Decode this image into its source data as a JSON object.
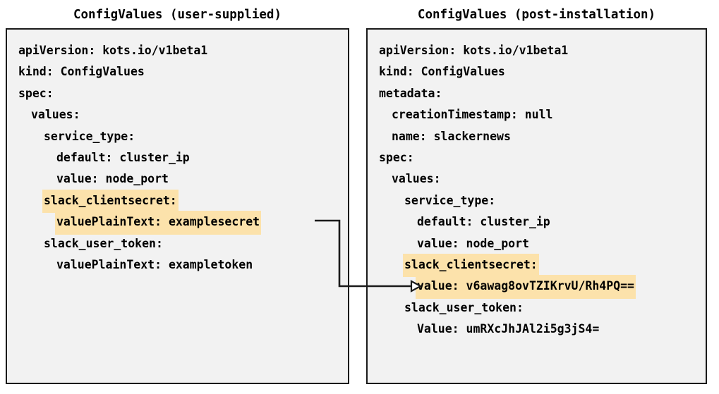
{
  "diagram": {
    "title": "ConfigValues user-supplied vs post-installation comparison",
    "background_color": "#ffffff",
    "panel_fill_color": "#f2f2f2",
    "panel_border_color": "#1a1a1a",
    "highlight_color": "#fce2ab",
    "arrow_color": "#1a1a1a"
  },
  "panels": {
    "left": {
      "title": "ConfigValues (user-supplied)",
      "lines": [
        {
          "text": "apiVersion: kots.io/v1beta1",
          "indent": 0,
          "highlight": false
        },
        {
          "text": "kind: ConfigValues",
          "indent": 0,
          "highlight": false
        },
        {
          "text": "spec:",
          "indent": 0,
          "highlight": false
        },
        {
          "text": "values:",
          "indent": 1,
          "highlight": false
        },
        {
          "text": "service_type:",
          "indent": 2,
          "highlight": false
        },
        {
          "text": "default: cluster_ip",
          "indent": 3,
          "highlight": false
        },
        {
          "text": "value: node_port",
          "indent": 3,
          "highlight": false
        },
        {
          "text": "slack_clientsecret:",
          "indent": 2,
          "highlight": true
        },
        {
          "text": "valuePlainText: examplesecret",
          "indent": 3,
          "highlight": true
        },
        {
          "text": "slack_user_token:",
          "indent": 2,
          "highlight": false
        },
        {
          "text": "valuePlainText: exampletoken",
          "indent": 3,
          "highlight": false
        }
      ]
    },
    "right": {
      "title": "ConfigValues (post-installation)",
      "lines": [
        {
          "text": "apiVersion: kots.io/v1beta1",
          "indent": 0,
          "highlight": false
        },
        {
          "text": "kind: ConfigValues",
          "indent": 0,
          "highlight": false
        },
        {
          "text": "metadata:",
          "indent": 0,
          "highlight": false
        },
        {
          "text": "creationTimestamp: null",
          "indent": 1,
          "highlight": false
        },
        {
          "text": "name: slackernews",
          "indent": 1,
          "highlight": false
        },
        {
          "text": "spec:",
          "indent": 0,
          "highlight": false
        },
        {
          "text": "values:",
          "indent": 1,
          "highlight": false
        },
        {
          "text": "service_type:",
          "indent": 2,
          "highlight": false
        },
        {
          "text": "default: cluster_ip",
          "indent": 3,
          "highlight": false
        },
        {
          "text": "value: node_port",
          "indent": 3,
          "highlight": false
        },
        {
          "text": "slack_clientsecret:",
          "indent": 2,
          "highlight": true
        },
        {
          "text": "value: v6awag8ovTZIKrvU/Rh4PQ==",
          "indent": 3,
          "highlight": true
        },
        {
          "text": "slack_user_token:",
          "indent": 2,
          "highlight": false
        },
        {
          "text": "Value: umRXcJhJAl2i5g3jS4=",
          "indent": 3,
          "highlight": false
        }
      ]
    }
  },
  "connector": {
    "label": "encrypted-value-mapping-arrow",
    "from": "left.valuePlainText: examplesecret",
    "to": "right.value: v6awag8ovTZIKrvU/Rh4PQ=="
  }
}
